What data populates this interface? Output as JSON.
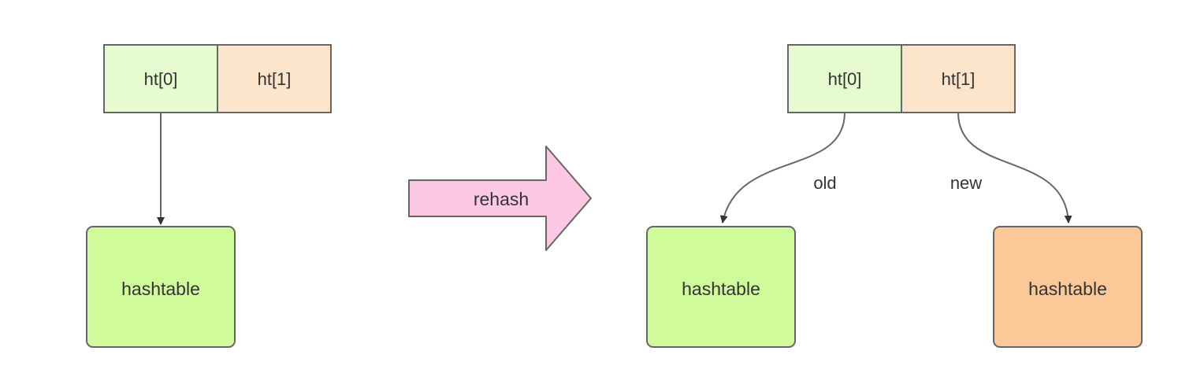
{
  "before": {
    "slot0": "ht[0]",
    "slot1": "ht[1]",
    "table": "hashtable"
  },
  "transition": {
    "label": "rehash"
  },
  "after": {
    "slot0": "ht[0]",
    "slot1": "ht[1]",
    "old_label": "old",
    "new_label": "new",
    "old_table": "hashtable",
    "new_table": "hashtable"
  },
  "colors": {
    "ht0_fill": "#e6fcd0",
    "ht1_fill": "#fde5cc",
    "old_table_fill": "#cffb9a",
    "new_table_fill": "#fbc998",
    "rehash_arrow_fill": "#fcc8e4",
    "stroke": "#666666"
  }
}
